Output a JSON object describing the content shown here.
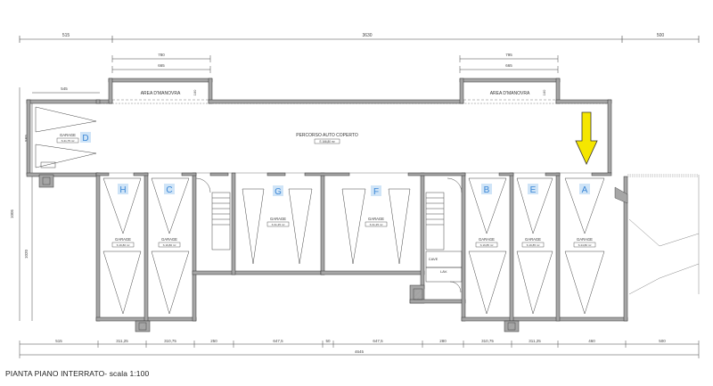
{
  "caption": "PIANTA PIANO INTERRATO- scala 1:100",
  "colors": {
    "wall": "#a6a6a6",
    "line": "#333333",
    "badge": "#cfe4f7",
    "badge_text": "#3a86d6",
    "arrow_fill": "#f5e600",
    "arrow_stroke": "#333333"
  },
  "top_dimensions": [
    "515",
    "3630",
    "500"
  ],
  "bottom_dimensions": [
    "515",
    "311,25",
    "310,75",
    "250",
    "647,5",
    "50",
    "647,5",
    "280",
    "310,75",
    "311,25",
    "460",
    "500"
  ],
  "total_width": "4645",
  "left_dimensions": [
    "545",
    "1005",
    "569",
    "1020"
  ],
  "maneuver_areas": [
    {
      "label": "AREA D'MANOVRA",
      "dims": [
        "780",
        "665"
      ],
      "side": "180"
    },
    {
      "label": "AREA D'MANOVRA",
      "dims": [
        "795",
        "665"
      ],
      "side": "180"
    }
  ],
  "corridor": {
    "label": "PERCORSO AUTO COPERTO",
    "area": "S 166,80 m²"
  },
  "rooms": [
    {
      "letter": "D",
      "label": "GARAGE",
      "area": "S 21,75 m²"
    },
    {
      "letter": "H",
      "label": "GARAGE",
      "area": "S 16,80 m²"
    },
    {
      "letter": "C",
      "label": "GARAGE",
      "area": "S 16,80 m²"
    },
    {
      "letter": "G",
      "label": "GARAGE",
      "area": "S 31,35 m²"
    },
    {
      "letter": "F",
      "label": "GARAGE",
      "area": "S 31,35 m²"
    },
    {
      "letter": "B",
      "label": "GARAGE",
      "area": "S 16,85 m²"
    },
    {
      "letter": "E",
      "label": "GARAGE",
      "area": "S 16,85 m²"
    },
    {
      "letter": "A",
      "label": "GARAGE",
      "area": "S 24,80 m²"
    }
  ],
  "small_rooms": {
    "cave": "CAVE",
    "lav": "LAV."
  }
}
